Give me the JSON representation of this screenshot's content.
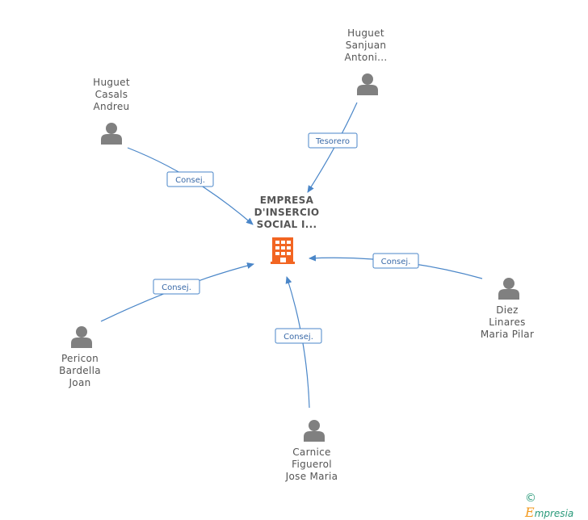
{
  "center": {
    "name_lines": [
      "EMPRESA",
      "D'INSERCIO",
      "SOCIAL I..."
    ]
  },
  "persons": [
    {
      "id": "huguet-casals",
      "name_lines": [
        "Huguet",
        "Casals",
        "Andreu"
      ],
      "role": "Consej."
    },
    {
      "id": "huguet-sanjuan",
      "name_lines": [
        "Huguet",
        "Sanjuan",
        "Antoni..."
      ],
      "role": "Tesorero"
    },
    {
      "id": "diez-linares",
      "name_lines": [
        "Diez",
        "Linares",
        "Maria Pilar"
      ],
      "role": "Consej."
    },
    {
      "id": "pericon-bardella",
      "name_lines": [
        "Pericon",
        "Bardella",
        "Joan"
      ],
      "role": "Consej."
    },
    {
      "id": "carnice-figuerol",
      "name_lines": [
        "Carnice",
        "Figuerol",
        "Jose Maria"
      ],
      "role": "Consej."
    }
  ],
  "footer": {
    "copyright_symbol": "©",
    "brand_initial": "E",
    "brand_rest": "mpresia"
  },
  "colors": {
    "edge": "#4a86c8",
    "label_border": "#4a86c8",
    "label_text": "#3a6aa8",
    "person_icon": "#808080",
    "building_icon": "#f26522",
    "text": "#555555"
  }
}
